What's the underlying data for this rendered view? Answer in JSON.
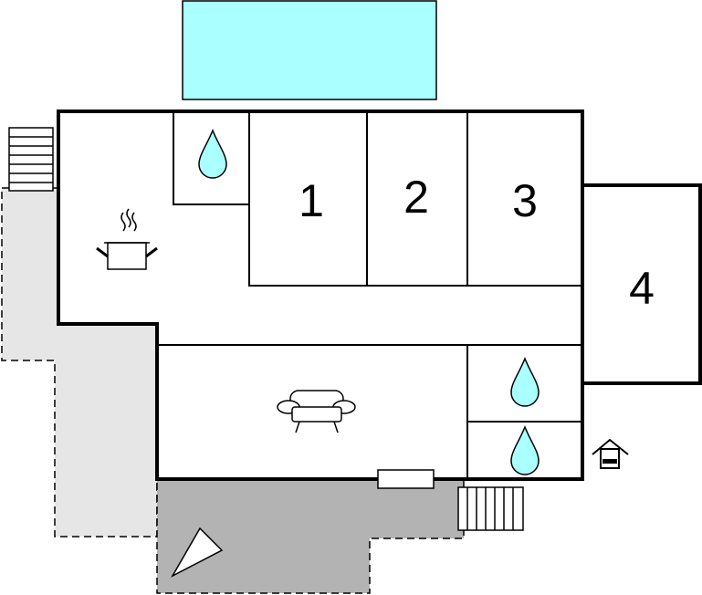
{
  "floorplan": {
    "rooms": [
      {
        "id": "bedroom-1",
        "label": "1"
      },
      {
        "id": "bedroom-2",
        "label": "2"
      },
      {
        "id": "bedroom-3",
        "label": "3"
      },
      {
        "id": "bedroom-4",
        "label": "4"
      }
    ],
    "icons": [
      "pool",
      "bathroom-water-drop-icon",
      "kitchen-pot-icon",
      "living-room-sofa-icon",
      "shower-water-drop-icon",
      "toilet-water-drop-icon",
      "house-entrance-icon",
      "north-arrow-icon",
      "stairs-icon"
    ],
    "colors": {
      "pool": "#aaffff",
      "wall": "#000000",
      "terrace_light": "#e6e6e6",
      "terrace_dark": "#b3b3b3",
      "background": "#ffffff"
    }
  }
}
